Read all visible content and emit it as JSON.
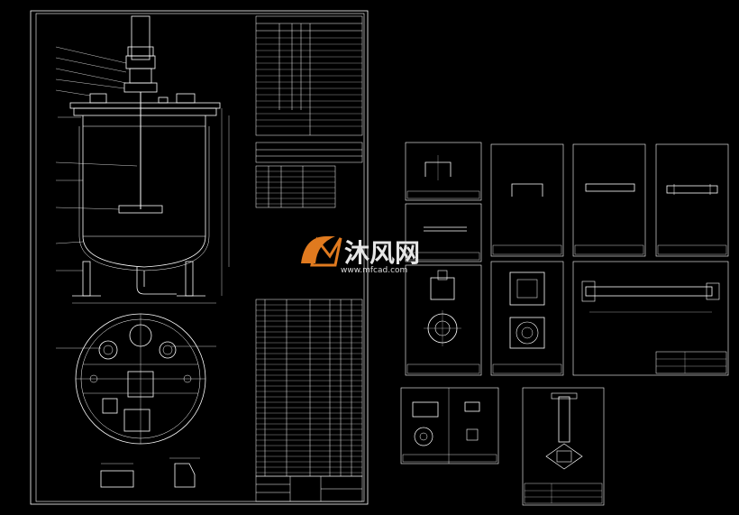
{
  "watermark": {
    "logo_name": "mfcad-logo",
    "brand_text": "沐风网",
    "url": "www.mfcad.com"
  },
  "colors": {
    "background": "#000000",
    "line": "#ffffff",
    "accent": "#e07a1f"
  }
}
